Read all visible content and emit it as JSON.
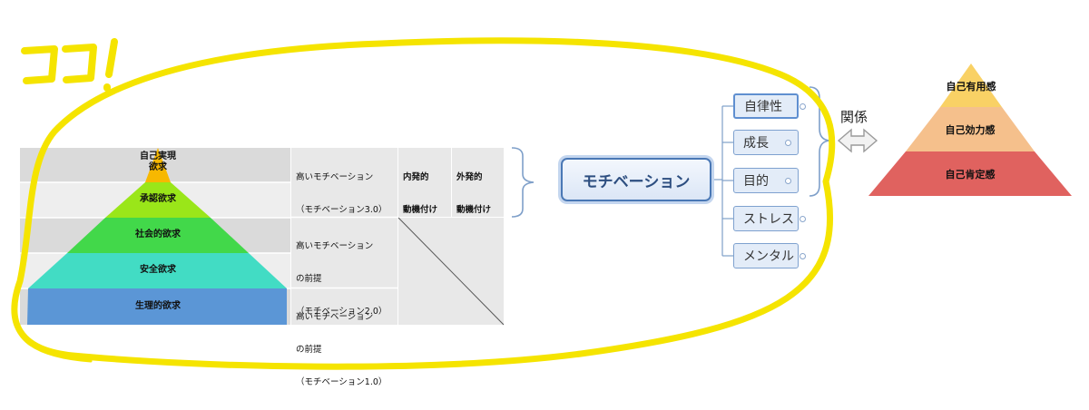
{
  "annotation": {
    "text": "ココ!",
    "color": "#f5e400"
  },
  "maslow": {
    "levels": [
      {
        "label": "自己実現欲求",
        "line1": "自己実現",
        "line2": "欲求",
        "color": "#f7b800"
      },
      {
        "label": "承認欲求",
        "color": "#9ae619"
      },
      {
        "label": "社会的欲求",
        "color": "#42d84a"
      },
      {
        "label": "安全欲求",
        "color": "#42dcc4"
      },
      {
        "label": "生理的欲求",
        "color": "#5b96d6"
      }
    ]
  },
  "motivation_table": {
    "rows": [
      {
        "line1": "高いモチベーション",
        "line2": "（モチベーション3.0）"
      },
      {
        "line1": "高いモチベーション",
        "line2": "の前提",
        "line3": "（モチベーション2.0）"
      },
      {
        "line1": "高いモチベーション",
        "line2": "の前提",
        "line3": "（モチベーション1.0）"
      }
    ],
    "columns": [
      {
        "line1": "内発的",
        "line2": "動機付け"
      },
      {
        "line1": "外発的",
        "line2": "動機付け"
      }
    ]
  },
  "mindmap": {
    "root": "モチベーション",
    "branches": [
      "自律性",
      "成長",
      "目的",
      "ストレス",
      "メンタル"
    ]
  },
  "relation": {
    "label": "関係",
    "arrow_icon": "double-arrow-icon"
  },
  "self_pyramid": {
    "levels": [
      {
        "label": "自己有用感",
        "color": "#f9d165"
      },
      {
        "label": "自己効力感",
        "color": "#f5c08c"
      },
      {
        "label": "自己肯定感",
        "color": "#e0625f"
      }
    ]
  }
}
